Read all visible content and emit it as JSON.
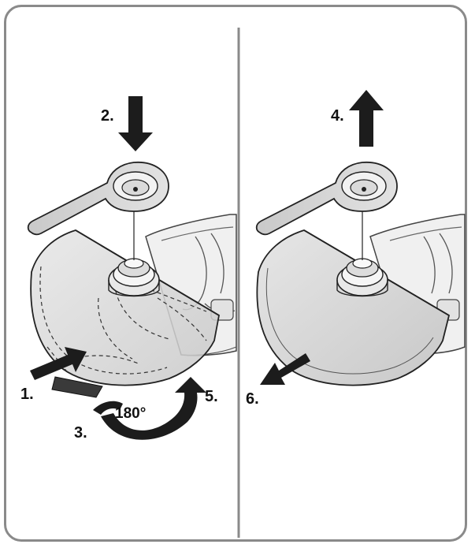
{
  "steps": {
    "s1": "1.",
    "s2": "2.",
    "s3": "3.",
    "s4": "4.",
    "s5": "5.",
    "s6": "6."
  },
  "rotation": "180°",
  "colors": {
    "frame": "#8a8a8a",
    "ink": "#111111",
    "guard_fill": "#d9d9d9",
    "guard_shade": "#c2c2c2",
    "tool_fill": "#ededed",
    "wrench_fill": "#d4d4d4"
  },
  "icons": {
    "wrench": "spanner-wrench-icon",
    "arrow": "bold-arrow-icon",
    "rotate": "rotation-arrow-icon"
  }
}
